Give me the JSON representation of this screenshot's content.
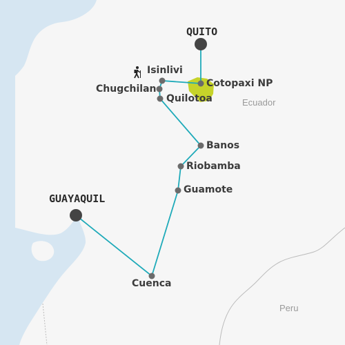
{
  "colors": {
    "land": "#f6f6f6",
    "water": "#d6e6f2",
    "route": "#1eaab9",
    "city": "#6b6b6b",
    "capital": "#444444",
    "park": "#c6d32a",
    "border": "#bbbbbb"
  },
  "map": {
    "capitals": [
      "QUITO",
      "GUAYAQUIL"
    ],
    "stops": [
      "Isinlivi",
      "Cotopaxi NP",
      "Chugchilan",
      "Quilotoa",
      "Banos",
      "Riobamba",
      "Guamote",
      "Cuenca"
    ],
    "countries": [
      "Ecuador",
      "Peru"
    ],
    "icons": {
      "trek": "hiker-icon"
    }
  }
}
